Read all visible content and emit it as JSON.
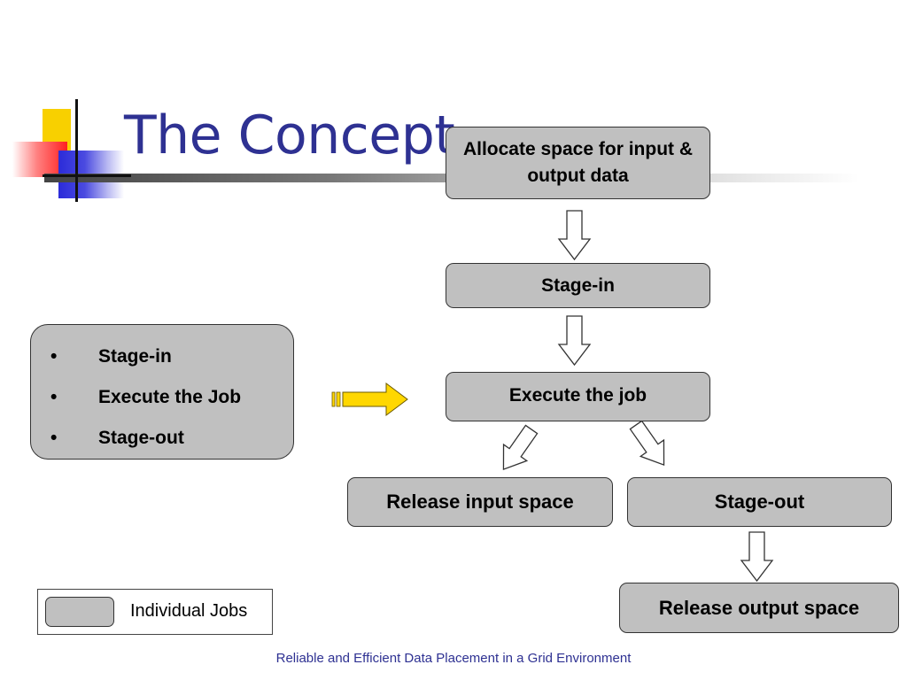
{
  "slide": {
    "title": "The Concept",
    "footer": "Reliable and Efficient Data Placement in a Grid Environment"
  },
  "flow": {
    "allocate": "Allocate space for input & output data",
    "stage_in": "Stage-in",
    "execute": "Execute the job",
    "release_input": "Release input space",
    "stage_out": "Stage-out",
    "release_output": "Release output space"
  },
  "steps_list": {
    "bullet": "•",
    "items": [
      "Stage-in",
      "Execute the Job",
      "Stage-out"
    ]
  },
  "legend": {
    "label": "Individual Jobs"
  },
  "colors": {
    "title": "#2e3192",
    "box_fill": "#c0c0c0",
    "arrow_fill": "#ffd700"
  }
}
